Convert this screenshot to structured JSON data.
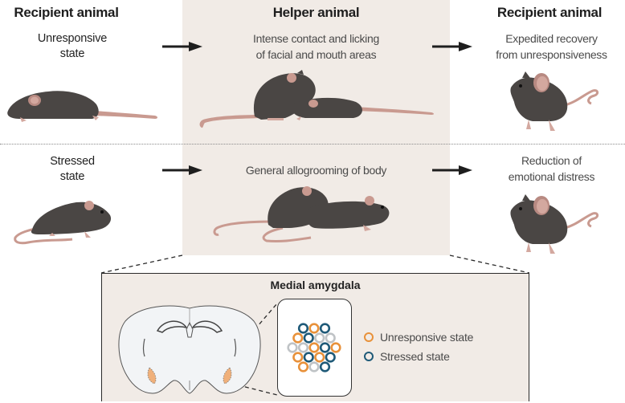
{
  "columns": {
    "left_heading": "Recipient animal",
    "center_heading": "Helper animal",
    "right_heading": "Recipient animal"
  },
  "rows": [
    {
      "state_label": [
        "Unresponsive",
        "state"
      ],
      "helper_behavior": [
        "Intense contact and licking",
        "of facial and mouth areas"
      ],
      "outcome": [
        "Expedited recovery",
        "from unresponsiveness"
      ]
    },
    {
      "state_label": [
        "Stressed",
        "state"
      ],
      "helper_behavior": [
        "General allogrooming of body"
      ],
      "outcome": [
        "Reduction of",
        "emotional distress"
      ]
    }
  ],
  "panel": {
    "title": "Medial amygdala",
    "legend": [
      {
        "label": "Unresponsive state",
        "color": "#e8913a"
      },
      {
        "label": "Stressed state",
        "color": "#1f5a78"
      }
    ],
    "neuron_rows": [
      [
        "stressed",
        "unresponsive",
        "stressed"
      ],
      [
        "unresponsive",
        "stressed",
        "inactive",
        "inactive"
      ],
      [
        "inactive",
        "inactive",
        "unresponsive",
        "stressed",
        "unresponsive"
      ],
      [
        "unresponsive",
        "stressed",
        "unresponsive",
        "stressed"
      ],
      [
        "unresponsive",
        "inactive",
        "stressed"
      ]
    ]
  },
  "colors": {
    "unresponsive": "#e8913a",
    "stressed": "#1f5a78",
    "inactive": "#bfc3c6",
    "mouse_body": "#4a4644",
    "mouse_pink": "#c99a90",
    "highlight_bg": "#f1ebe6"
  },
  "icons": {
    "arrow": "arrow-right-icon",
    "mouse": "mouse-icon",
    "brain": "brain-coronal-section-icon"
  }
}
